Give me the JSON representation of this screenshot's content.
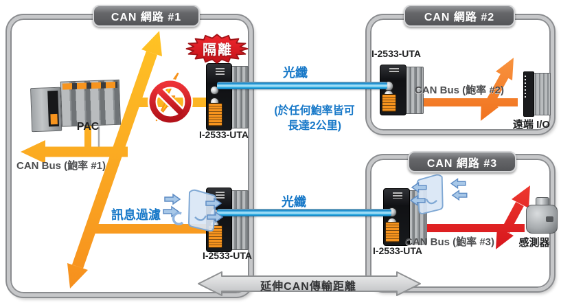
{
  "net1": {
    "title": "CAN 網路 #1",
    "pac": "PAC",
    "canbus": "CAN Bus (鮑率 #1)",
    "module_top": "I-2533-UTA",
    "module_bottom": "I-2533-UTA",
    "isolation": "隔離",
    "filter": "訊息過濾"
  },
  "net2": {
    "title": "CAN 網路 #2",
    "module": "I-2533-UTA",
    "canbus": "CAN Bus (鮑率 #2)",
    "device": "遠端 I/O"
  },
  "net3": {
    "title": "CAN 網路 #3",
    "module": "I-2533-UTA",
    "canbus": "CAN Bus (鮑率 #3)",
    "device": "感測器"
  },
  "fiber": {
    "link1": "光纖",
    "link2": "光纖",
    "note1": "(於任何鮑率皆可",
    "note2": "長達2公里)"
  },
  "footer": {
    "extend": "延伸CAN傳輸距離"
  },
  "colors": {
    "net1_arrow": "#F9A11B",
    "net2_arrow": "#F47B20",
    "net3_arrow": "#E8151C",
    "fiber_blue": "#29ABE2",
    "label_blue": "#1778C8",
    "tab_gray": "#58595B",
    "badge_red": "#E8151C"
  }
}
